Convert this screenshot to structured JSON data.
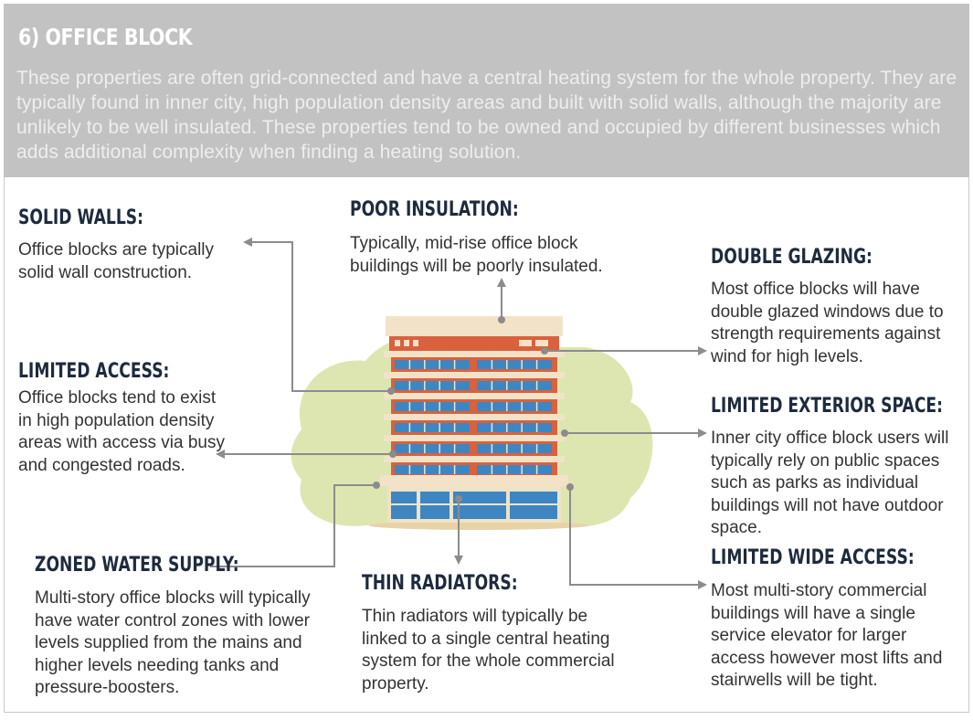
{
  "header": {
    "title": "6) OFFICE BLOCK",
    "text": "These properties are often grid-connected and have a central heating system for the whole property. They are typically found in inner city, high population density areas and built with solid walls, although the majority are unlikely to be well insulated. These properties tend to be owned and occupied by different businesses which adds additional complexity when finding a heating solution."
  },
  "sections": {
    "solid_walls": {
      "title": "SOLID WALLS:",
      "text": "Office blocks are typically solid wall construction."
    },
    "poor_insulation": {
      "title": "POOR INSULATION:",
      "text": "Typically, mid-rise office block buildings will be poorly insulated."
    },
    "double_glazing": {
      "title": "DOUBLE GLAZING:",
      "text": "Most office blocks will have double glazed windows due to strength requirements against wind for high levels."
    },
    "limited_access": {
      "title": "LIMITED ACCESS:",
      "text": "Office blocks tend to exist in high population density areas with access via busy and congested roads."
    },
    "limited_exterior_space": {
      "title": "LIMITED EXTERIOR SPACE:",
      "text": "Inner city office block users will typically rely on public spaces such as parks as individual buildings will not have outdoor space."
    },
    "zoned_water_supply": {
      "title": "ZONED WATER SUPPLY:",
      "text": "Multi-story office blocks will typically have water control zones with lower levels supplied from the mains and higher levels needing tanks and pressure-boosters."
    },
    "thin_radiators": {
      "title": "THIN RADIATORS:",
      "text": "Thin radiators will typically be linked to a single central heating system for the whole commercial property."
    },
    "limited_wide_access": {
      "title": "LIMITED WIDE ACCESS:",
      "text": "Most multi-story commercial buildings will have a single service elevator for larger access however most lifts and stairwells will be tight."
    }
  },
  "colors": {
    "header_bg": "#c2c2c2",
    "heading": "#1e2b3d",
    "body_text": "#333333",
    "connector": "#8c8c8c",
    "building_cream": "#f2e3c8",
    "building_band": "#d9613d",
    "window_blue": "#3d86c2",
    "tree_green": "#dde6b0"
  },
  "icons": [
    "office-building-illustration",
    "arrow-connector"
  ]
}
